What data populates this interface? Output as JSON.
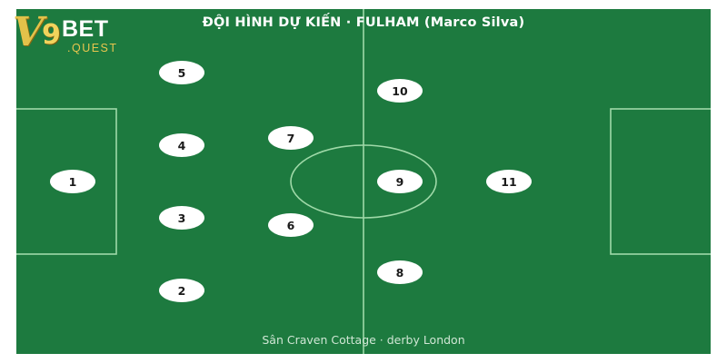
{
  "logo": {
    "letter": "V",
    "number": "9",
    "bet": "BET",
    "quest": ".QUEST"
  },
  "title": "ĐỘI HÌNH DỰ KIẾN · FULHAM (Marco Silva)",
  "venue": "Sân Craven Cottage · derby London",
  "colors": {
    "pitch": "#1d7a3f",
    "lines": "#9fd9a8",
    "player": "#ffffff",
    "logo_gold": "#e3c24a"
  },
  "players": [
    {
      "number": "1"
    },
    {
      "number": "2"
    },
    {
      "number": "3"
    },
    {
      "number": "4"
    },
    {
      "number": "5"
    },
    {
      "number": "6"
    },
    {
      "number": "7"
    },
    {
      "number": "8"
    },
    {
      "number": "9"
    },
    {
      "number": "10"
    },
    {
      "number": "11"
    }
  ]
}
